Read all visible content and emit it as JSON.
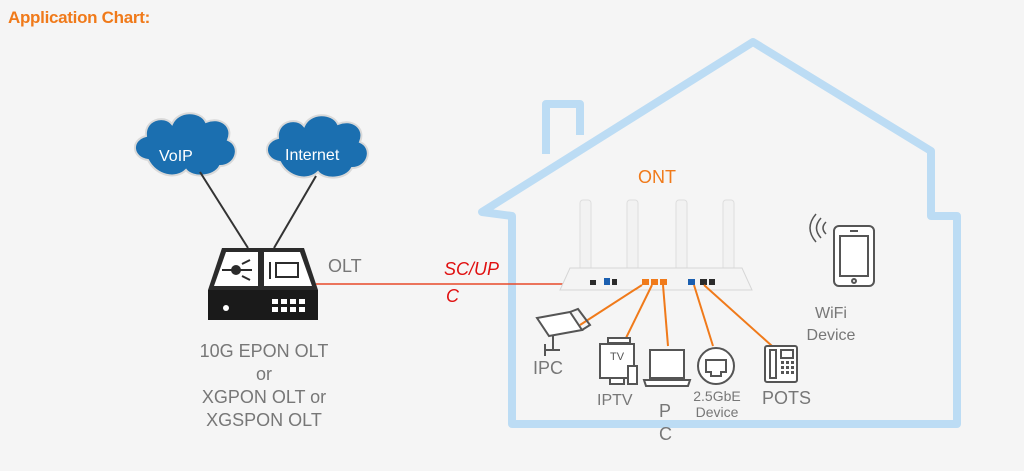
{
  "title": "Application Chart:",
  "clouds": {
    "voip": "VoIP",
    "internet": "Internet"
  },
  "olt": {
    "label": "OLT",
    "caption_lines": [
      "10G EPON OLT",
      "or",
      "XGPON OLT or",
      "XGSPON OLT"
    ]
  },
  "fiber": {
    "label_line1": "SC/UP",
    "label_line2": "C"
  },
  "ont": {
    "label": "ONT"
  },
  "devices": {
    "ipc": "IPC",
    "iptv": "IPTV",
    "tv_screen": "TV",
    "pc_line1": "P",
    "pc_line2": "C",
    "gbe_line1": "2.5GbE",
    "gbe_line2": "Device",
    "pots": "POTS",
    "wifi_line1": "WiFi",
    "wifi_line2": "Device"
  },
  "colors": {
    "title": "#f07a1a",
    "ont_label": "#f07a1a",
    "fiber_label": "#e01010",
    "fiber_line": "#e84a2a",
    "device_links": "#f07a1a",
    "house_outline": "#bcdcf4",
    "cloud_fill": "#1b6fb0",
    "text_gray": "#777777"
  }
}
